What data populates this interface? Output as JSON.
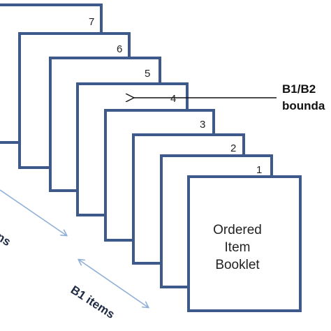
{
  "pages": [
    {
      "number": "7"
    },
    {
      "number": "6"
    },
    {
      "number": "5"
    },
    {
      "number": "4"
    },
    {
      "number": "3"
    },
    {
      "number": "2"
    },
    {
      "number": "1"
    }
  ],
  "front_card": {
    "line1": "Ordered",
    "line2": "Item",
    "line3": "Booklet"
  },
  "boundary_label": {
    "line1": "B1/B2",
    "line2": "bounda"
  },
  "b1_label": "B1 items",
  "b2_label_partial": "ns",
  "colors": {
    "card_border": "#3d5a8a",
    "guide_arrow": "#8fb0d6",
    "pointer": "#111111"
  }
}
